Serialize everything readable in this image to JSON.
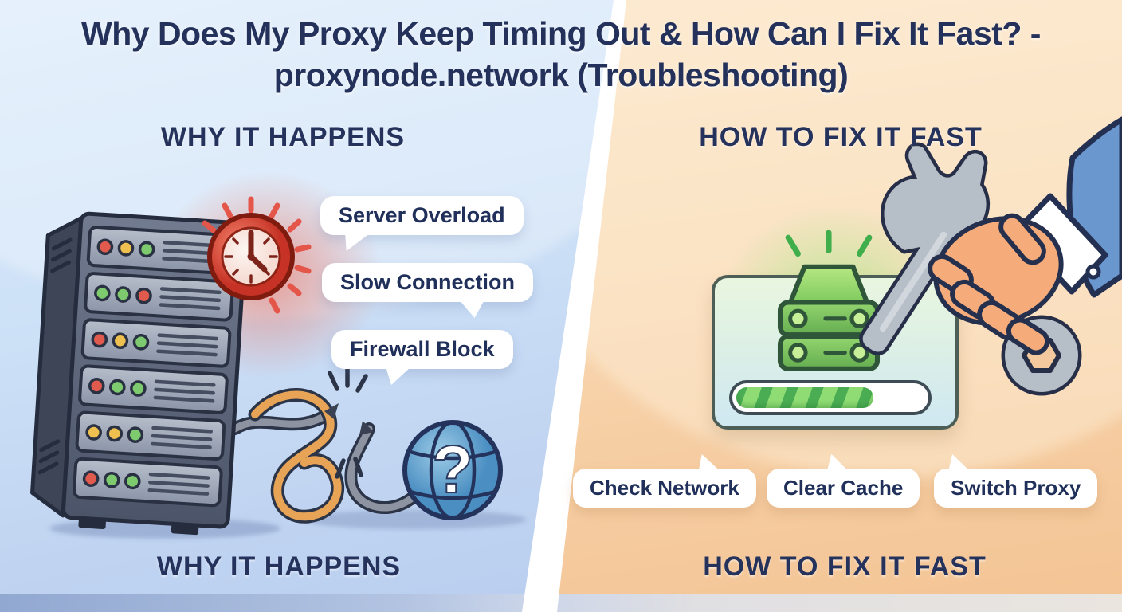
{
  "title": "Why Does My Proxy Keep Timing Out & How Can I Fix It Fast? - proxynode.network (Troubleshooting)",
  "left_panel": {
    "heading": "WHY IT HAPPENS",
    "footer_heading": "WHY IT HAPPENS",
    "causes": [
      "Server Overload",
      "Slow Connection",
      "Firewall Block"
    ]
  },
  "right_panel": {
    "heading": "HOW TO FIX IT FAST",
    "footer_heading": "HOW TO FIX IT FAST",
    "fixes": [
      "Check Network",
      "Clear Cache",
      "Switch Proxy"
    ],
    "progress_percent": 70
  },
  "icons": {
    "server_rack": "server-rack",
    "alarm_clock": "red-alarm-clock",
    "broken_cable": "broken-cable",
    "globe_question": "globe-question-mark",
    "healthy_server": "green-healthy-server",
    "progress_bar": "loading-progress-bar",
    "wrench_hand": "hand-holding-wrench"
  },
  "colors": {
    "text_navy": "#24315a",
    "left_bg": "#cadef6",
    "right_bg": "#f8d7b2",
    "alert_red": "#d8402e",
    "ok_green": "#5abf52",
    "cable_orange": "#e7a457",
    "globe_blue": "#5b9cce",
    "bubble_white": "#ffffff"
  }
}
